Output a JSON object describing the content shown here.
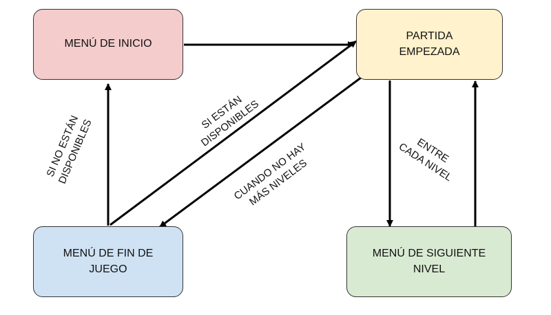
{
  "nodes": {
    "start_menu": {
      "label": "MENÚ DE INICIO",
      "color": "#f4cccc"
    },
    "game_started": {
      "label": "PARTIDA\nEMPEZADA",
      "color": "#fff2cc"
    },
    "game_over_menu": {
      "label": "MENÚ DE FIN DE\nJUEGO",
      "color": "#cfe2f3"
    },
    "next_level_menu": {
      "label": "MENÚ DE SIGUIENTE\nNIVEL",
      "color": "#d9ead3"
    }
  },
  "edge_labels": {
    "if_not_available": "SI NO ESTÁN\nDISPONIBLES",
    "if_available": "SI ESTÁN\nDISPONIBLES",
    "no_more_levels": "CUANDO NO HAY\nMÁS NIVELES",
    "between_levels": "ENTRE\nCADA NIVEL"
  }
}
